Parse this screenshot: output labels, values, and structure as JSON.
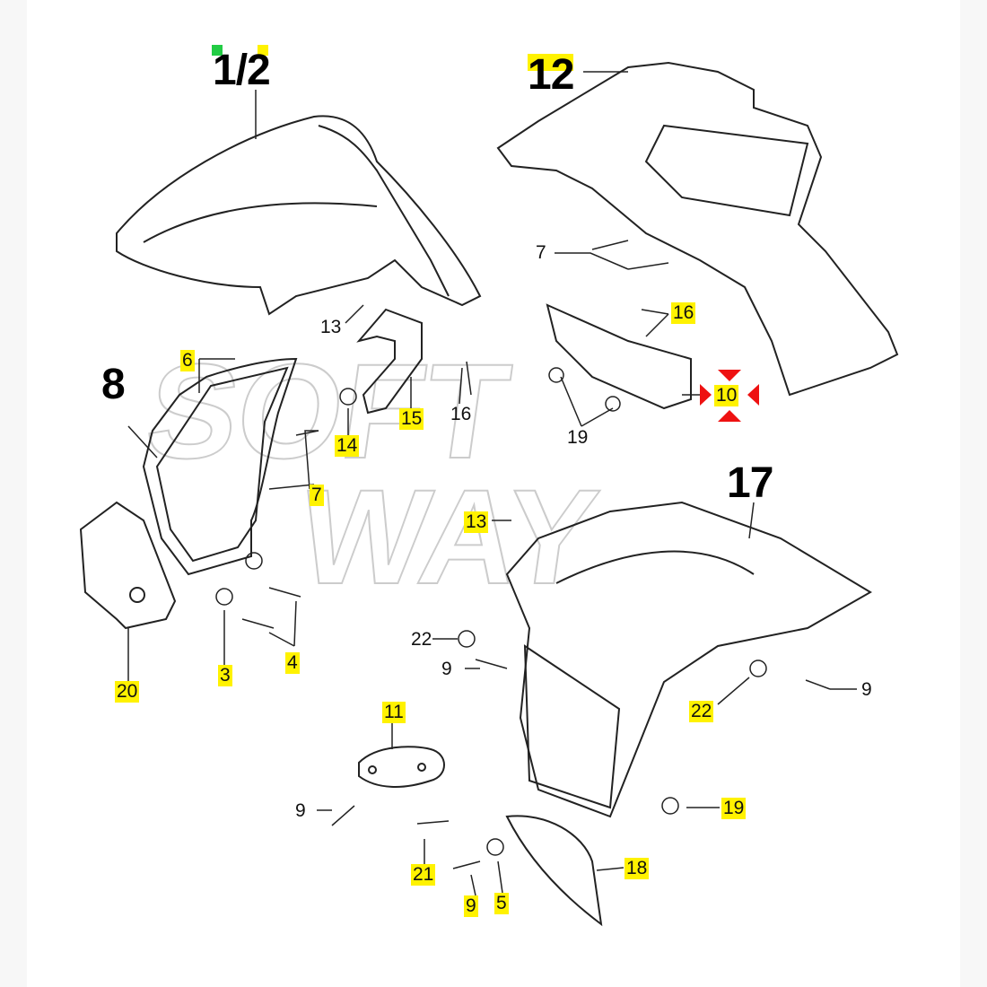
{
  "diagram": {
    "watermark": "SOFT WAY",
    "big_labels": [
      "1/2",
      "12",
      "8",
      "17"
    ],
    "labels": [
      {
        "text": "13",
        "highlighted": false
      },
      {
        "text": "13",
        "highlighted": true
      },
      {
        "text": "6",
        "highlighted": true
      },
      {
        "text": "7",
        "highlighted": false
      },
      {
        "text": "7",
        "highlighted": true
      },
      {
        "text": "16",
        "highlighted": true
      },
      {
        "text": "16",
        "highlighted": false
      },
      {
        "text": "10",
        "highlighted": true
      },
      {
        "text": "19",
        "highlighted": false
      },
      {
        "text": "19",
        "highlighted": true
      },
      {
        "text": "15",
        "highlighted": true
      },
      {
        "text": "14",
        "highlighted": true
      },
      {
        "text": "20",
        "highlighted": true
      },
      {
        "text": "3",
        "highlighted": true
      },
      {
        "text": "4",
        "highlighted": true
      },
      {
        "text": "22",
        "highlighted": false
      },
      {
        "text": "22",
        "highlighted": true
      },
      {
        "text": "9",
        "highlighted": false
      },
      {
        "text": "9",
        "highlighted": false
      },
      {
        "text": "9",
        "highlighted": false
      },
      {
        "text": "9",
        "highlighted": true
      },
      {
        "text": "11",
        "highlighted": true
      },
      {
        "text": "21",
        "highlighted": true
      },
      {
        "text": "5",
        "highlighted": true
      },
      {
        "text": "18",
        "highlighted": true
      }
    ],
    "colors": {
      "highlight": "#fff200",
      "green_mark": "#22cc44",
      "red_marker": "#ee1111"
    }
  }
}
